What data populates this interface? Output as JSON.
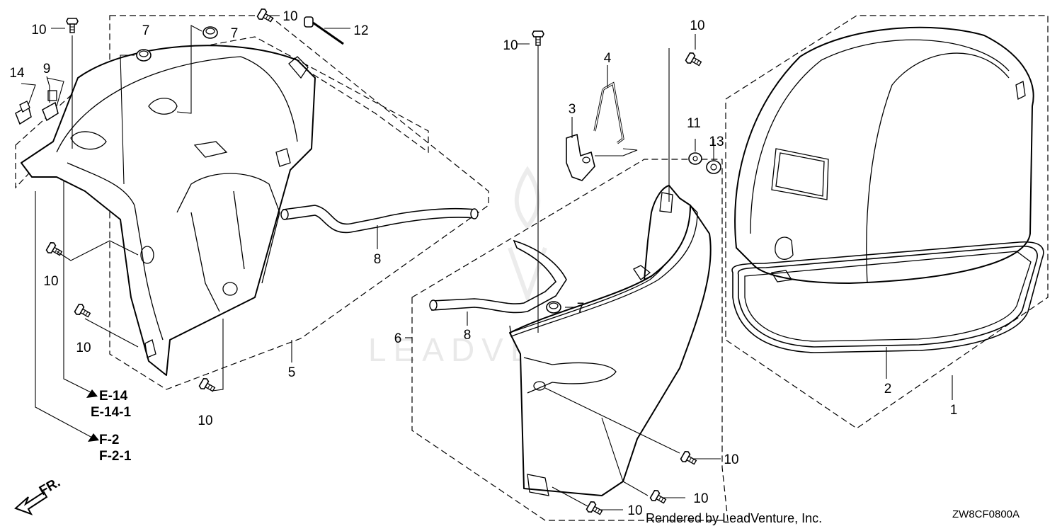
{
  "watermark": "LEADVENTURE",
  "footer_text": "Rendered by LeadVenture, Inc.",
  "diagram_code": "ZW8CF0800A",
  "front_label": "FR.",
  "callouts": [
    {
      "id": "c10a",
      "text": "10"
    },
    {
      "id": "c10b",
      "text": "10"
    },
    {
      "id": "c12",
      "text": "12"
    },
    {
      "id": "c7a",
      "text": "7"
    },
    {
      "id": "c7b",
      "text": "7"
    },
    {
      "id": "c14",
      "text": "14"
    },
    {
      "id": "c9",
      "text": "9"
    },
    {
      "id": "c10c",
      "text": "10"
    },
    {
      "id": "c10d",
      "text": "10"
    },
    {
      "id": "c4",
      "text": "4"
    },
    {
      "id": "c3",
      "text": "3"
    },
    {
      "id": "c11",
      "text": "11"
    },
    {
      "id": "c13",
      "text": "13"
    },
    {
      "id": "c8a",
      "text": "8"
    },
    {
      "id": "c10e",
      "text": "10"
    },
    {
      "id": "c10f",
      "text": "10"
    },
    {
      "id": "c5",
      "text": "5"
    },
    {
      "id": "c10g",
      "text": "10"
    },
    {
      "id": "c7c",
      "text": "7"
    },
    {
      "id": "c8b",
      "text": "8"
    },
    {
      "id": "c6",
      "text": "6"
    },
    {
      "id": "c2",
      "text": "2"
    },
    {
      "id": "c1",
      "text": "1"
    },
    {
      "id": "c10h",
      "text": "10"
    },
    {
      "id": "c10i",
      "text": "10"
    },
    {
      "id": "c10j",
      "text": "10"
    }
  ],
  "references": [
    {
      "id": "r1",
      "text": "E-14"
    },
    {
      "id": "r2",
      "text": "E-14-1"
    },
    {
      "id": "r3",
      "text": "F-2"
    },
    {
      "id": "r4",
      "text": "F-2-1"
    }
  ]
}
